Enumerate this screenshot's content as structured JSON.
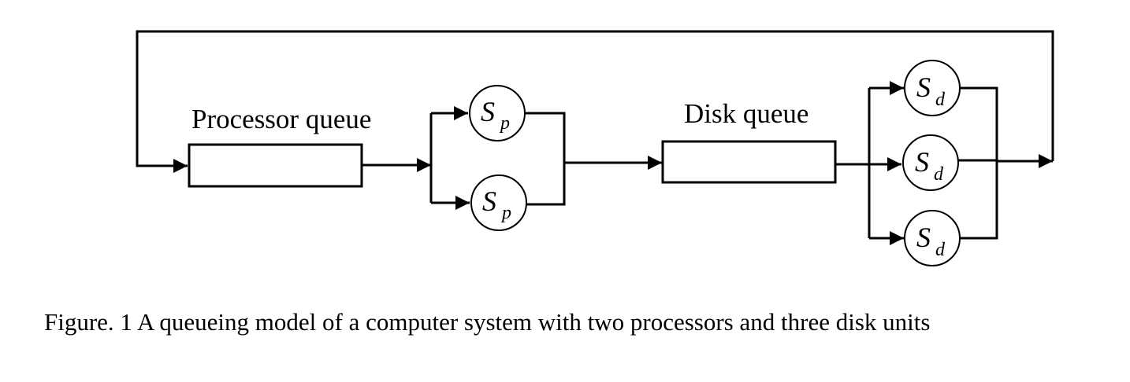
{
  "diagram": {
    "processor_queue_label": "Processor queue",
    "disk_queue_label": "Disk queue",
    "processor_symbol": {
      "main": "S",
      "sub": "p"
    },
    "disk_symbol": {
      "main": "S",
      "sub": "d"
    },
    "caption": "Figure. 1  A queueing model of a computer system with two processors and three disk units"
  }
}
